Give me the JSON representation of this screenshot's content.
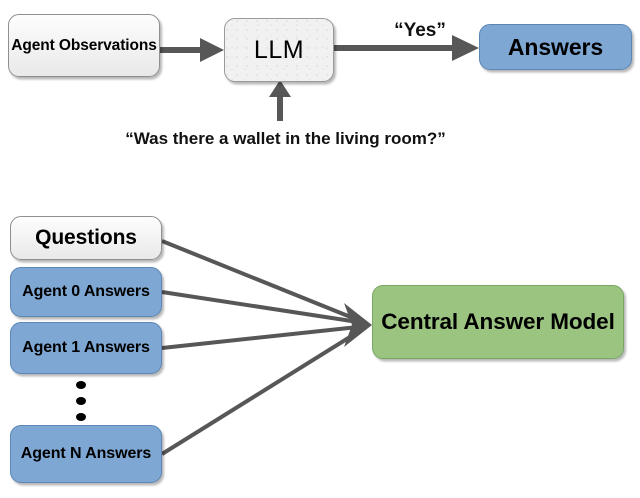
{
  "diagram": {
    "title": "LLM agent question answering and central answer aggregation",
    "colors": {
      "blue": "#7ea7d4",
      "green": "#9bc481",
      "light_gray": "#f2f2f2",
      "arrow": "#575757",
      "text": "#000000"
    },
    "top_flow": {
      "agent_observations": "Agent Observations",
      "llm": "LLM",
      "answers": "Answers",
      "yes_label": "“Yes”",
      "question_prompt": "“Was there a wallet in the living room?”"
    },
    "bottom_flow": {
      "sources": [
        {
          "label": "Questions",
          "style": "light"
        },
        {
          "label": "Agent 0 Answers",
          "style": "blue"
        },
        {
          "label": "Agent 1 Answers",
          "style": "blue"
        },
        {
          "label": "Agent N Answers",
          "style": "blue"
        }
      ],
      "ellipsis": "⋮",
      "target": "Central Answer Model"
    }
  }
}
